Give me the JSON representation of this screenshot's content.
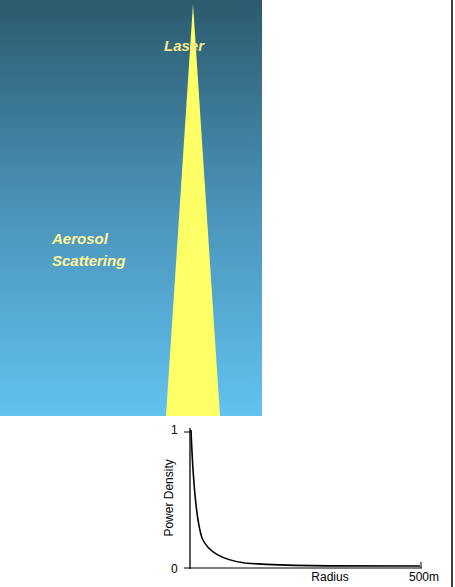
{
  "diagram": {
    "labels": [
      "Laser",
      "Aerosol Scattering",
      "1",
      "0",
      "Power Density",
      "Radius",
      "500m"
    ]
  }
}
